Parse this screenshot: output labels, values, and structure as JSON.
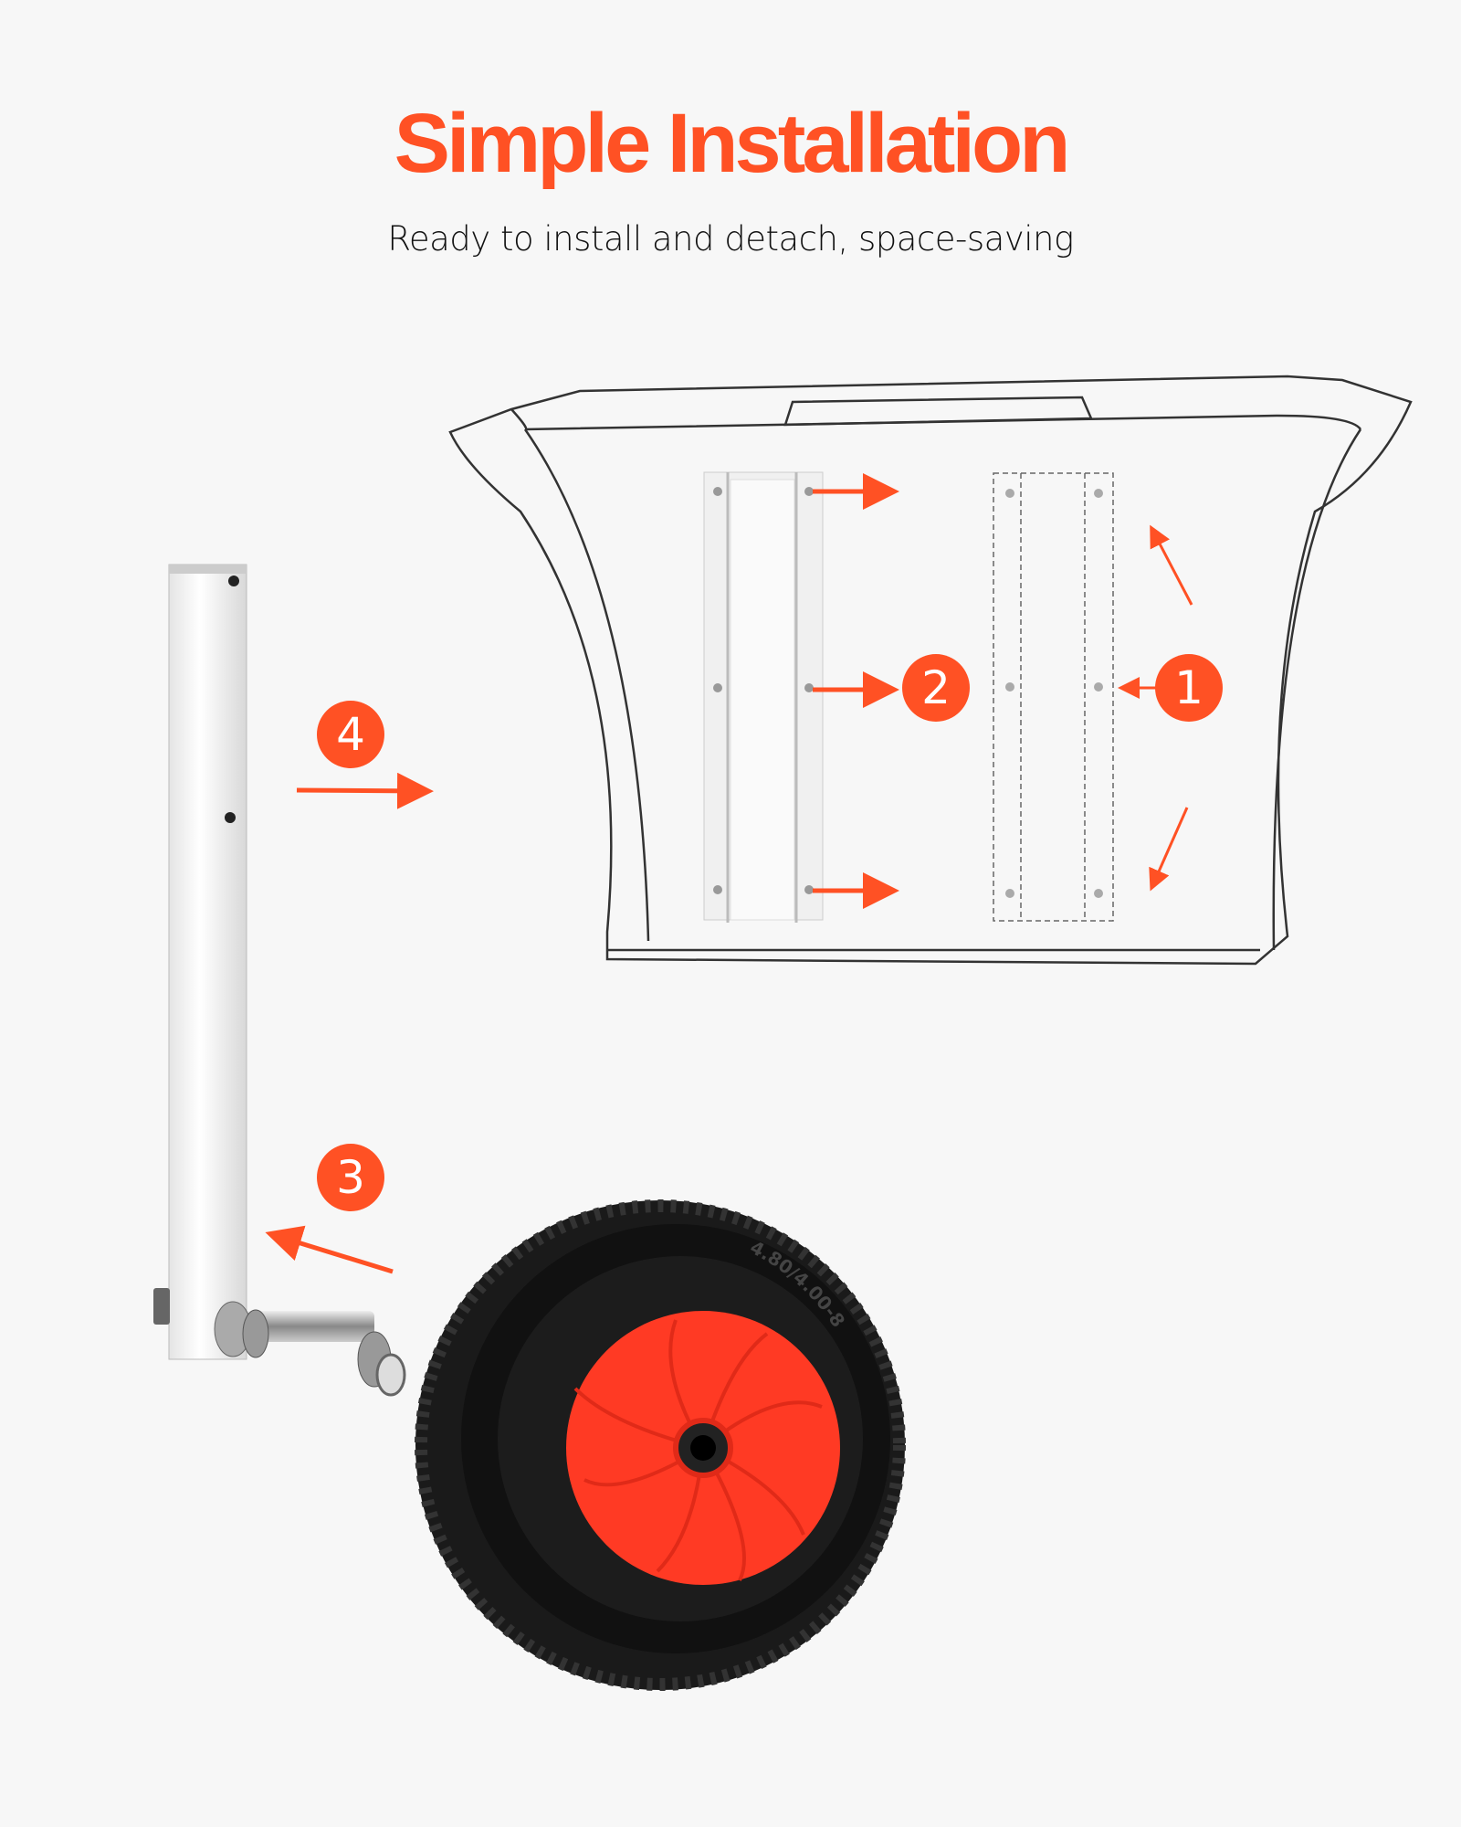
{
  "header": {
    "title": "Simple Installation",
    "subtitle": "Ready to install and detach, space-saving"
  },
  "steps": [
    {
      "number": "1"
    },
    {
      "number": "2"
    },
    {
      "number": "3"
    },
    {
      "number": "4"
    }
  ],
  "tire": {
    "size_marking": "4.80/4.00-8"
  },
  "colors": {
    "accent": "#ff5124",
    "hub": "#ff3a24",
    "tire": "#1a1a1a",
    "background": "#f7f7f7"
  }
}
